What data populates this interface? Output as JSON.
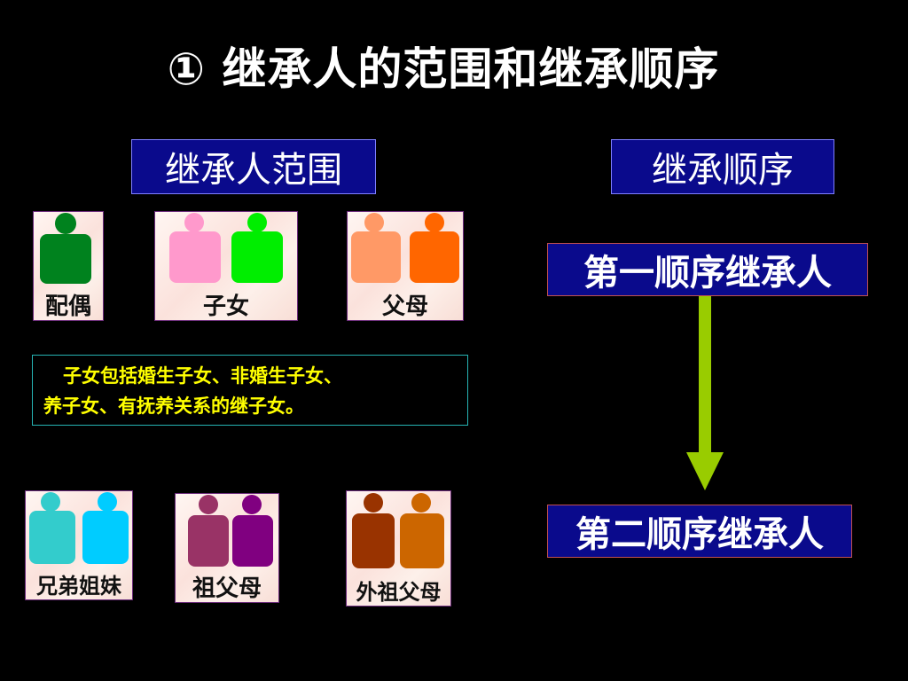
{
  "title": "① 继承人的范围和继承顺序",
  "scope": {
    "header": "继承人范围",
    "members": [
      {
        "label": "配偶",
        "colors": [
          "#00821e"
        ]
      },
      {
        "label": "子女",
        "colors": [
          "#ff99cc",
          "#00ee00"
        ]
      },
      {
        "label": "父母",
        "colors": [
          "#ff9966",
          "#ff6600"
        ]
      },
      {
        "label": "兄弟姐妹",
        "colors": [
          "#33cccc",
          "#00ccff"
        ]
      },
      {
        "label": "祖父母",
        "colors": [
          "#993366",
          "#800080"
        ]
      },
      {
        "label": "外祖父母",
        "colors": [
          "#993300",
          "#cc6600"
        ]
      }
    ],
    "note_line1": "子女包括婚生子女、非婚生子女、",
    "note_line2": "养子女、有抚养关系的继子女。"
  },
  "order": {
    "header": "继承顺序",
    "first": "第一顺序继承人",
    "second": "第二顺序继承人",
    "arrow_color": "#99cc00"
  }
}
